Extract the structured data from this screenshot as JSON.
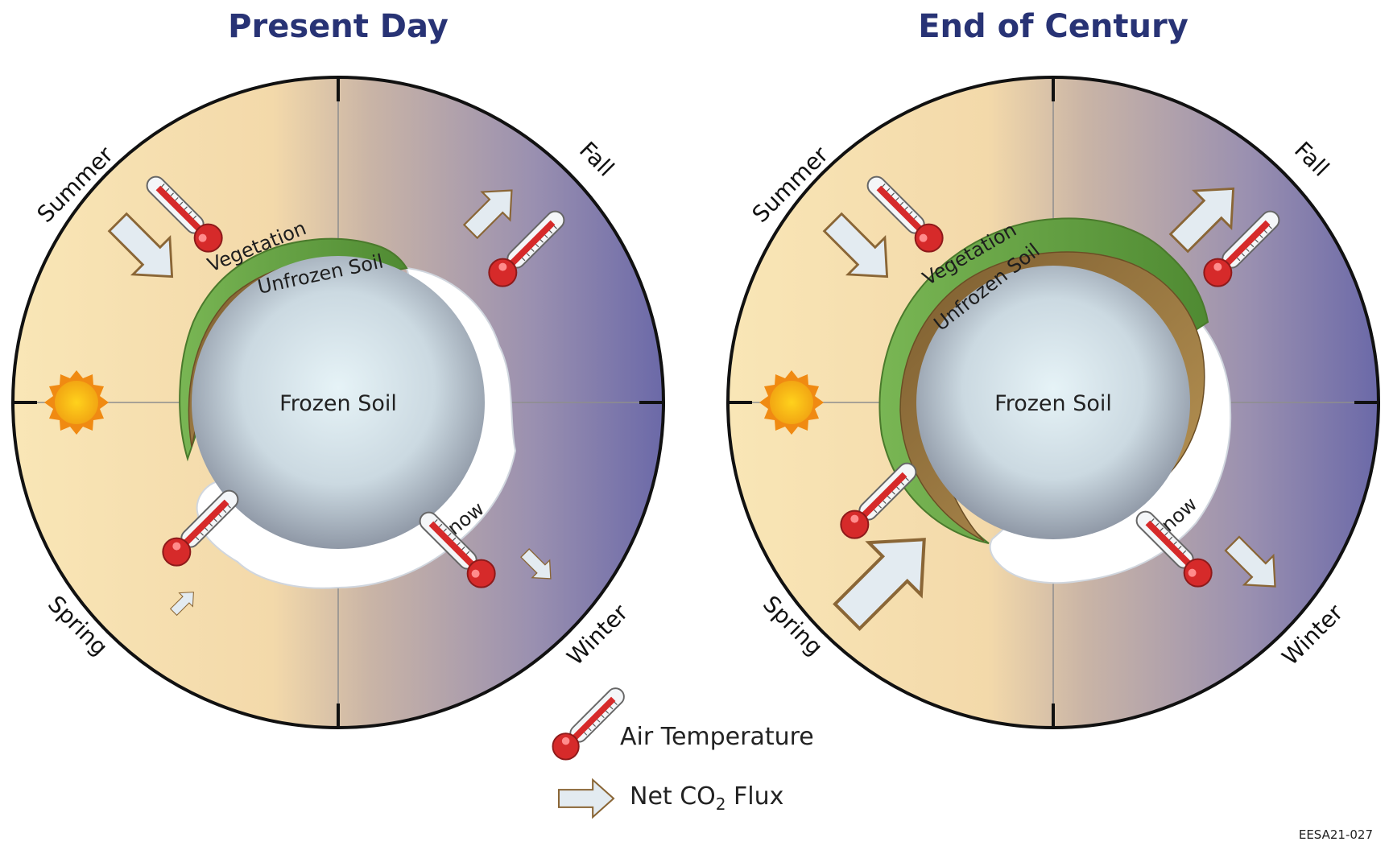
{
  "panels": [
    {
      "title": "Present Day",
      "seasons": {
        "summer": "Summer",
        "fall": "Fall",
        "spring": "Spring",
        "winter": "Winter"
      },
      "core_label": "Frozen Soil",
      "vegetation_label": "Vegetation",
      "unfrozen_soil_label": "Unfrozen Soil",
      "snow_label": "Snow",
      "flux": {
        "summer": "uptake",
        "fall": "release",
        "spring": "uptake-small",
        "winter": "release-small"
      }
    },
    {
      "title": "End of Century",
      "seasons": {
        "summer": "Summer",
        "fall": "Fall",
        "spring": "Spring",
        "winter": "Winter"
      },
      "core_label": "Frozen Soil",
      "vegetation_label": "Vegetation",
      "unfrozen_soil_label": "Unfrozen Soil",
      "snow_label": "Snow",
      "flux": {
        "summer": "uptake",
        "fall": "release",
        "spring": "uptake-large",
        "winter": "release"
      }
    }
  ],
  "legend": {
    "air_temperature": "Air Temperature",
    "net_co2_prefix": "Net CO",
    "net_co2_subscript": "2",
    "net_co2_suffix": " Flux"
  },
  "credit": "EESA21-027",
  "colors": {
    "title": "#283375",
    "warm": "#f8e2b0",
    "cool": "#6c6aa6",
    "vegetation": "#6fa84a",
    "unfrozen_soil": "#9a7a45",
    "snow": "#ffffff",
    "frozen_soil": "#cfdde6",
    "thermometer": "#d62a2a",
    "arrow_fill": "#e3ebf1",
    "arrow_stroke": "#8a6636"
  },
  "icons": [
    "sun-icon",
    "thermometer-icon",
    "flux-arrow-icon"
  ]
}
